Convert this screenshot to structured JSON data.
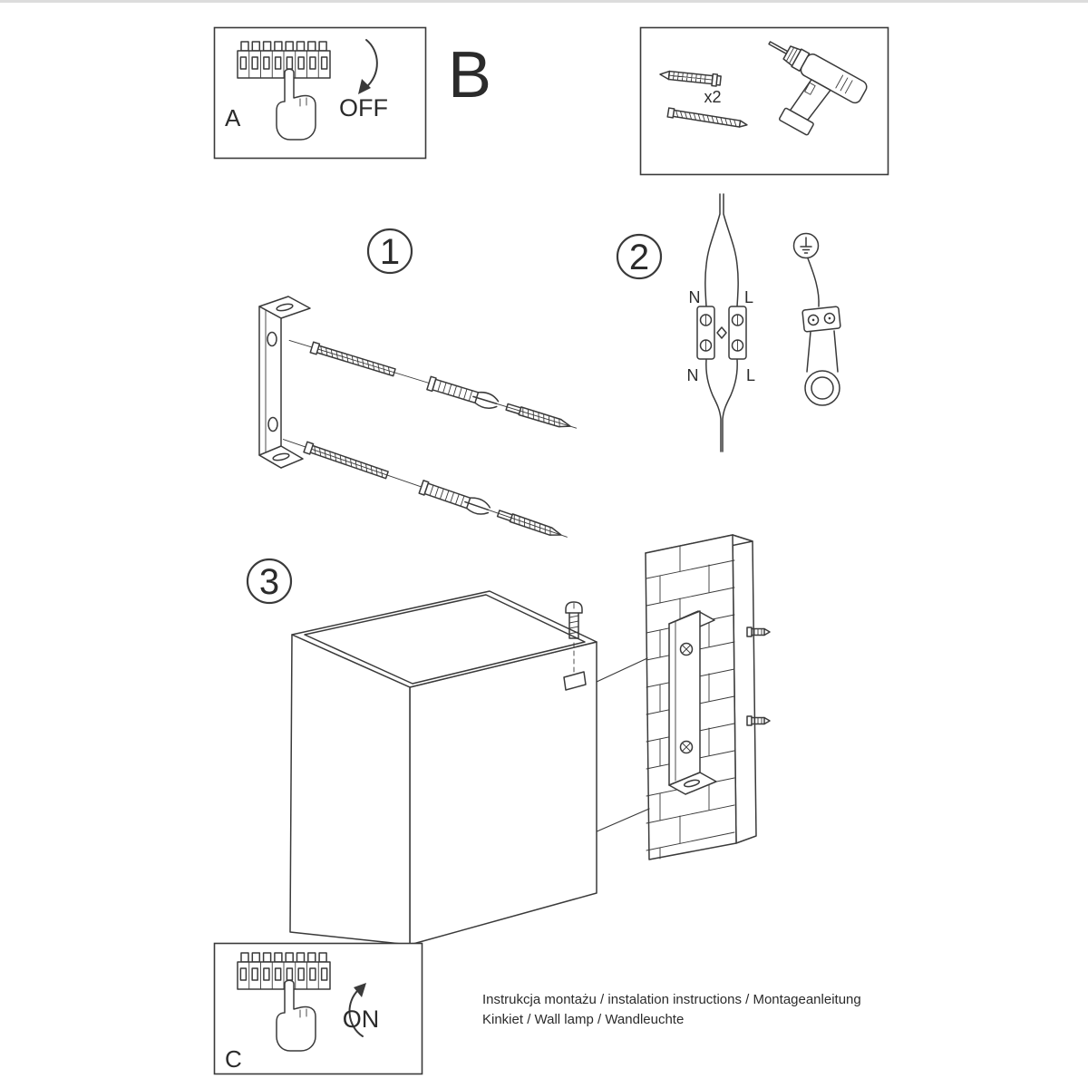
{
  "page": {
    "bg": "#ffffff",
    "ink": "#3a3a3a"
  },
  "panels": {
    "a": {
      "label": "A",
      "state": "OFF"
    },
    "b": {
      "label": "B",
      "quantity": "x2"
    },
    "c": {
      "label": "C",
      "state": "ON"
    }
  },
  "steps": {
    "s1": "1",
    "s2": "2",
    "s3": "3"
  },
  "wiring": {
    "n_top": "N",
    "l_top": "L",
    "n_bot": "N",
    "l_bot": "L"
  },
  "footer": {
    "line1": "Instrukcja montażu / instalation instructions / Montageanleitung",
    "line2": "Kinkiet / Wall lamp / Wandleuchte"
  }
}
